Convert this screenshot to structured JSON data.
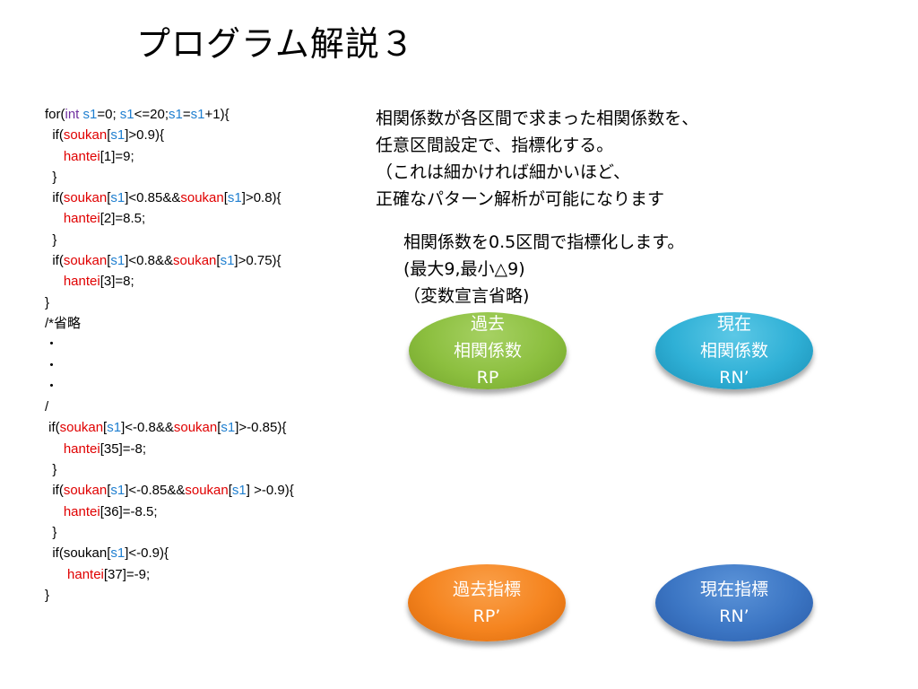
{
  "slide": {
    "title": "プログラム解説３"
  },
  "code": {
    "lines": [
      [
        {
          "t": "for("
        },
        {
          "t": "int",
          "c": "kw"
        },
        {
          "t": " "
        },
        {
          "t": "s1",
          "c": "vr"
        },
        {
          "t": "=0; "
        },
        {
          "t": "s1",
          "c": "vr"
        },
        {
          "t": "<=20;"
        },
        {
          "t": "s1",
          "c": "vr"
        },
        {
          "t": "="
        },
        {
          "t": "s1",
          "c": "vr"
        },
        {
          "t": "+1){"
        }
      ],
      [
        {
          "t": "  if("
        },
        {
          "t": "soukan",
          "c": "rd"
        },
        {
          "t": "["
        },
        {
          "t": "s1",
          "c": "vr"
        },
        {
          "t": "]>0.9){"
        }
      ],
      [
        {
          "t": "     "
        },
        {
          "t": "hantei",
          "c": "rd"
        },
        {
          "t": "[1]=9;"
        }
      ],
      [
        {
          "t": "  }"
        }
      ],
      [
        {
          "t": "  if("
        },
        {
          "t": "soukan",
          "c": "rd"
        },
        {
          "t": "["
        },
        {
          "t": "s1",
          "c": "vr"
        },
        {
          "t": "]<0.85&&"
        },
        {
          "t": "soukan",
          "c": "rd"
        },
        {
          "t": "["
        },
        {
          "t": "s1",
          "c": "vr"
        },
        {
          "t": "]>0.8){"
        }
      ],
      [
        {
          "t": "     "
        },
        {
          "t": "hantei",
          "c": "rd"
        },
        {
          "t": "[2]=8.5;"
        }
      ],
      [
        {
          "t": "  }"
        }
      ],
      [
        {
          "t": "  if("
        },
        {
          "t": "soukan",
          "c": "rd"
        },
        {
          "t": "["
        },
        {
          "t": "s1",
          "c": "vr"
        },
        {
          "t": "]<0.8&&"
        },
        {
          "t": "soukan",
          "c": "rd"
        },
        {
          "t": "["
        },
        {
          "t": "s1",
          "c": "vr"
        },
        {
          "t": "]>0.75){"
        }
      ],
      [
        {
          "t": "     "
        },
        {
          "t": "hantei",
          "c": "rd"
        },
        {
          "t": "[3]=8;"
        }
      ],
      [
        {
          "t": "}"
        }
      ],
      [
        {
          "t": "/*省略"
        }
      ],
      [
        {
          "t": "・"
        }
      ],
      [
        {
          "t": "・"
        }
      ],
      [
        {
          "t": "・"
        }
      ],
      [
        {
          "t": "/"
        }
      ],
      [
        {
          "t": " if("
        },
        {
          "t": "soukan",
          "c": "rd"
        },
        {
          "t": "["
        },
        {
          "t": "s1",
          "c": "vr"
        },
        {
          "t": "]<-0.8&&"
        },
        {
          "t": "soukan",
          "c": "rd"
        },
        {
          "t": "["
        },
        {
          "t": "s1",
          "c": "vr"
        },
        {
          "t": "]>-0.85){"
        }
      ],
      [
        {
          "t": "     "
        },
        {
          "t": "hantei",
          "c": "rd"
        },
        {
          "t": "[35]=-8;"
        }
      ],
      [
        {
          "t": "  }"
        }
      ],
      [
        {
          "t": "  if("
        },
        {
          "t": "soukan",
          "c": "rd"
        },
        {
          "t": "["
        },
        {
          "t": "s1",
          "c": "vr"
        },
        {
          "t": "]<-0.85&&"
        },
        {
          "t": "soukan",
          "c": "rd"
        },
        {
          "t": "["
        },
        {
          "t": "s1",
          "c": "vr"
        },
        {
          "t": "] >-0.9){"
        }
      ],
      [
        {
          "t": "     "
        },
        {
          "t": "hantei",
          "c": "rd"
        },
        {
          "t": "[36]=-8.5;"
        }
      ],
      [
        {
          "t": "  }"
        }
      ],
      [
        {
          "t": "  if(soukan["
        },
        {
          "t": "s1",
          "c": "vr"
        },
        {
          "t": "]<-0.9){"
        }
      ],
      [
        {
          "t": "      "
        },
        {
          "t": "hantei",
          "c": "rd"
        },
        {
          "t": "[37]=-9;"
        }
      ],
      [
        {
          "t": "}"
        }
      ]
    ]
  },
  "description": {
    "line1": "相関係数が各区間で求まった相関係数を、",
    "line2": "任意区間設定で、指標化する。",
    "line3": "（これは細かければ細かいほど、",
    "line4": "正確なパターン解析が可能になります"
  },
  "description2": {
    "line1": "相関係数を0.5区間で指標化します。",
    "line2": "(最大9,最小△9)",
    "line3": "（変数宣言省略)"
  },
  "bubbles": {
    "past_corr": {
      "line1": "過去",
      "line2": "相関係数",
      "line3": "RP",
      "color": "#8cbf3f"
    },
    "now_corr": {
      "line1": "現在",
      "line2": "相関係数",
      "line3": "RN’",
      "color": "#2fb0d6"
    },
    "past_index": {
      "line1": "過去指標",
      "line2": "RP’",
      "color": "#f5841f"
    },
    "now_index": {
      "line1": "現在指標",
      "line2": "RN’",
      "color": "#3c76c4"
    }
  },
  "colors": {
    "keyword": "#7030a0",
    "variable": "#1f7fd0",
    "array": "#e00000"
  }
}
